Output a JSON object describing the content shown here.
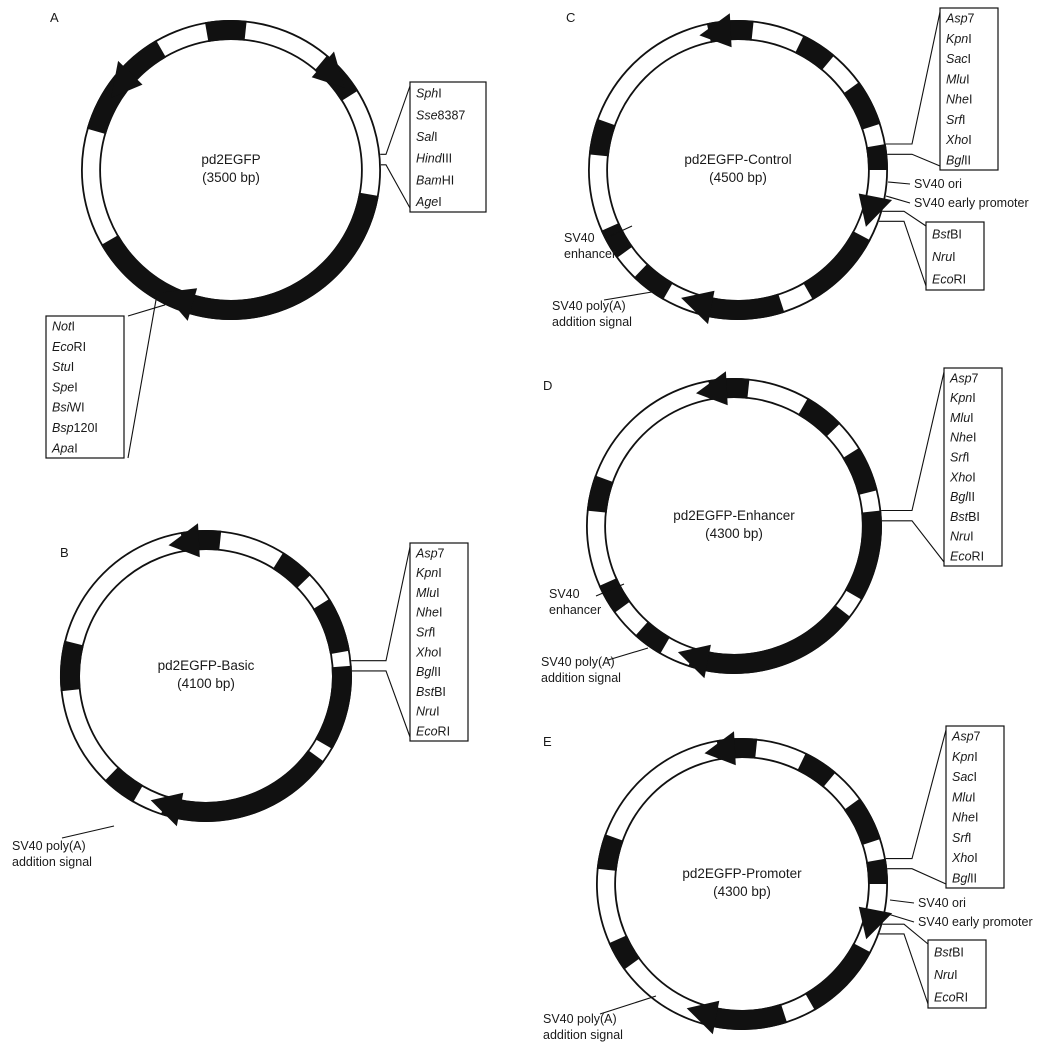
{
  "panels": [
    {
      "letter": "A",
      "name": "pd2EGFP",
      "size": "(3500 bp)",
      "site_boxes": [
        [
          "SphI",
          "Sse8387",
          "SalI",
          "HindIII",
          "BamHI",
          "AgeI"
        ],
        [
          "NotI",
          "EcoRI",
          "StuI",
          "SpeI",
          "BsiWI",
          "Bsp120I",
          "ApaI"
        ]
      ],
      "labels": []
    },
    {
      "letter": "B",
      "name": "pd2EGFP-Basic",
      "size": "(4100 bp)",
      "site_boxes": [
        [
          "Asp7",
          "KpnI",
          "MluI",
          "NheI",
          "SrfI",
          "XhoI",
          "BglII",
          "BstBI",
          "NruI",
          "EcoRI"
        ]
      ],
      "labels": [
        "SV40 poly(A)",
        "addition signal"
      ]
    },
    {
      "letter": "C",
      "name": "pd2EGFP-Control",
      "size": "(4500 bp)",
      "site_boxes": [
        [
          "Asp7",
          "KpnI",
          "SacI",
          "MluI",
          "NheI",
          "SrfI",
          "XhoI",
          "BglII"
        ],
        [
          "BstBI",
          "NruI",
          "EcoRI"
        ]
      ],
      "labels": [
        "SV40 ori",
        "SV40 early promoter",
        "SV40",
        "enhancer",
        "SV40 poly(A)",
        "addition signal"
      ]
    },
    {
      "letter": "D",
      "name": "pd2EGFP-Enhancer",
      "size": "(4300 bp)",
      "site_boxes": [
        [
          "Asp7",
          "KpnI",
          "MluI",
          "NheI",
          "SrfI",
          "XhoI",
          "BglII",
          "BstBI",
          "NruI",
          "EcoRI"
        ]
      ],
      "labels": [
        "SV40",
        "enhancer",
        "SV40 poly(A)",
        "addition signal"
      ]
    },
    {
      "letter": "E",
      "name": "pd2EGFP-Promoter",
      "size": "(4300 bp)",
      "site_boxes": [
        [
          "Asp7",
          "KpnI",
          "SacI",
          "MluI",
          "NheI",
          "SrfI",
          "XhoI",
          "BglII"
        ],
        [
          "BstBI",
          "NruI",
          "EcoRI"
        ]
      ],
      "labels": [
        "SV40 ori",
        "SV40 early promoter",
        "SV40 poly(A)",
        "addition signal"
      ]
    }
  ]
}
